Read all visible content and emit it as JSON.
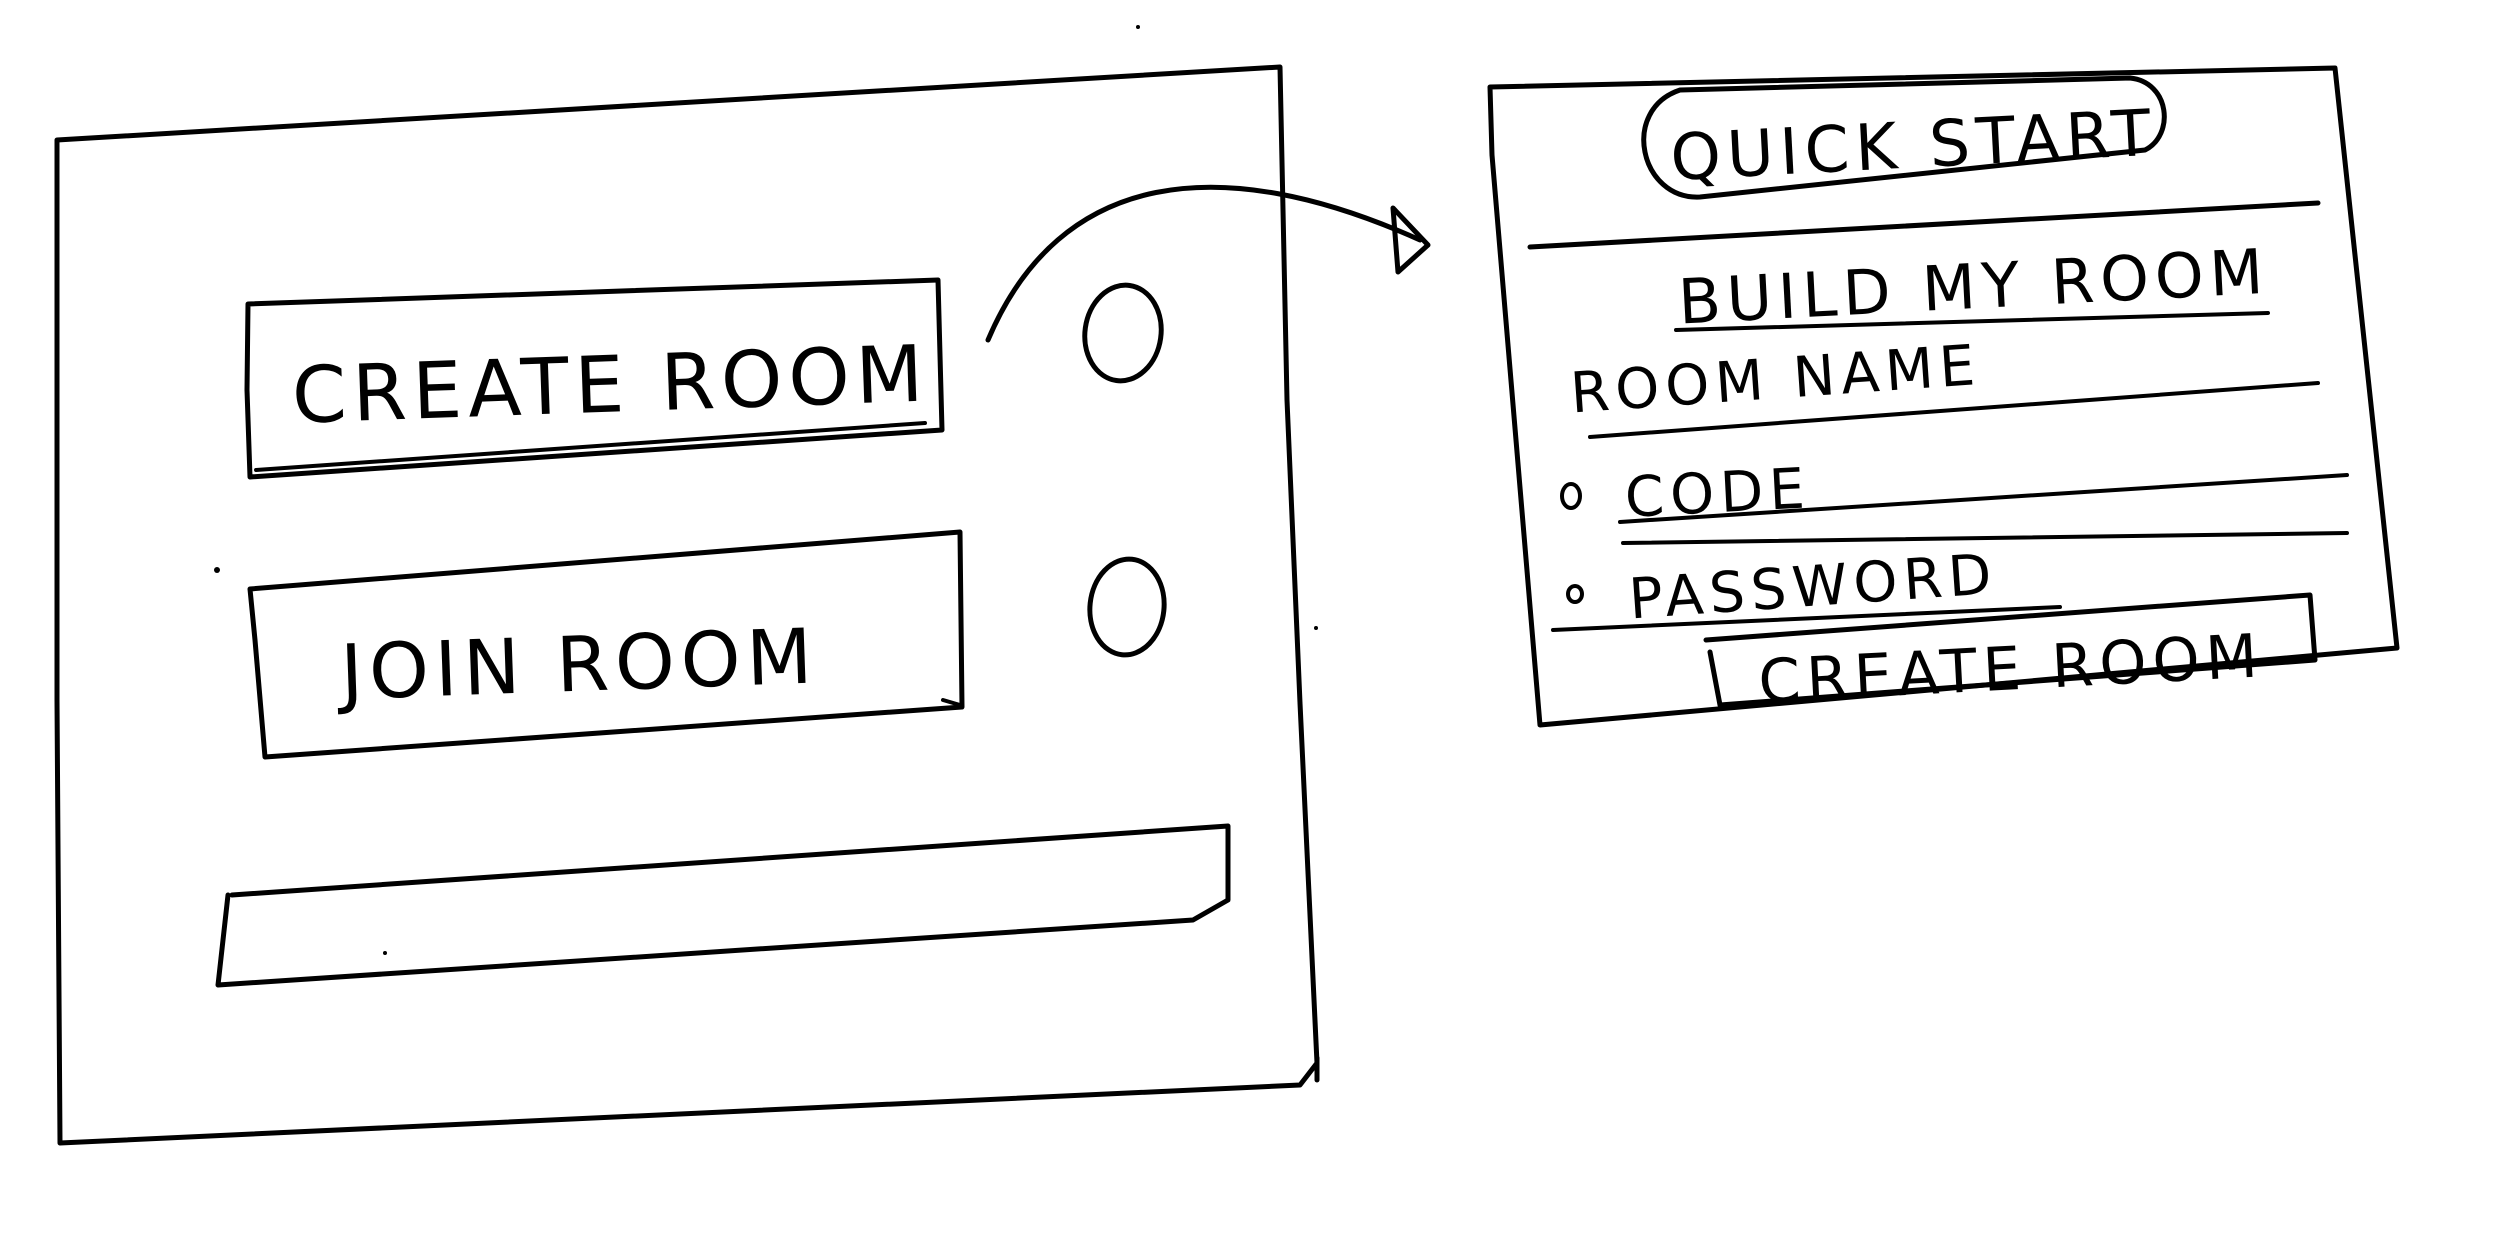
{
  "left_screen": {
    "create_room_label": "CREATE ROOM",
    "join_room_label": "JOIN ROOM"
  },
  "right_screen": {
    "quick_start_label": "QUICK START",
    "build_heading": "BUILD MY ROOM",
    "room_name_label": "ROOM NAME",
    "options": [
      "CODE",
      "PASSWORD"
    ],
    "create_room_label": "CREATE ROOM"
  }
}
